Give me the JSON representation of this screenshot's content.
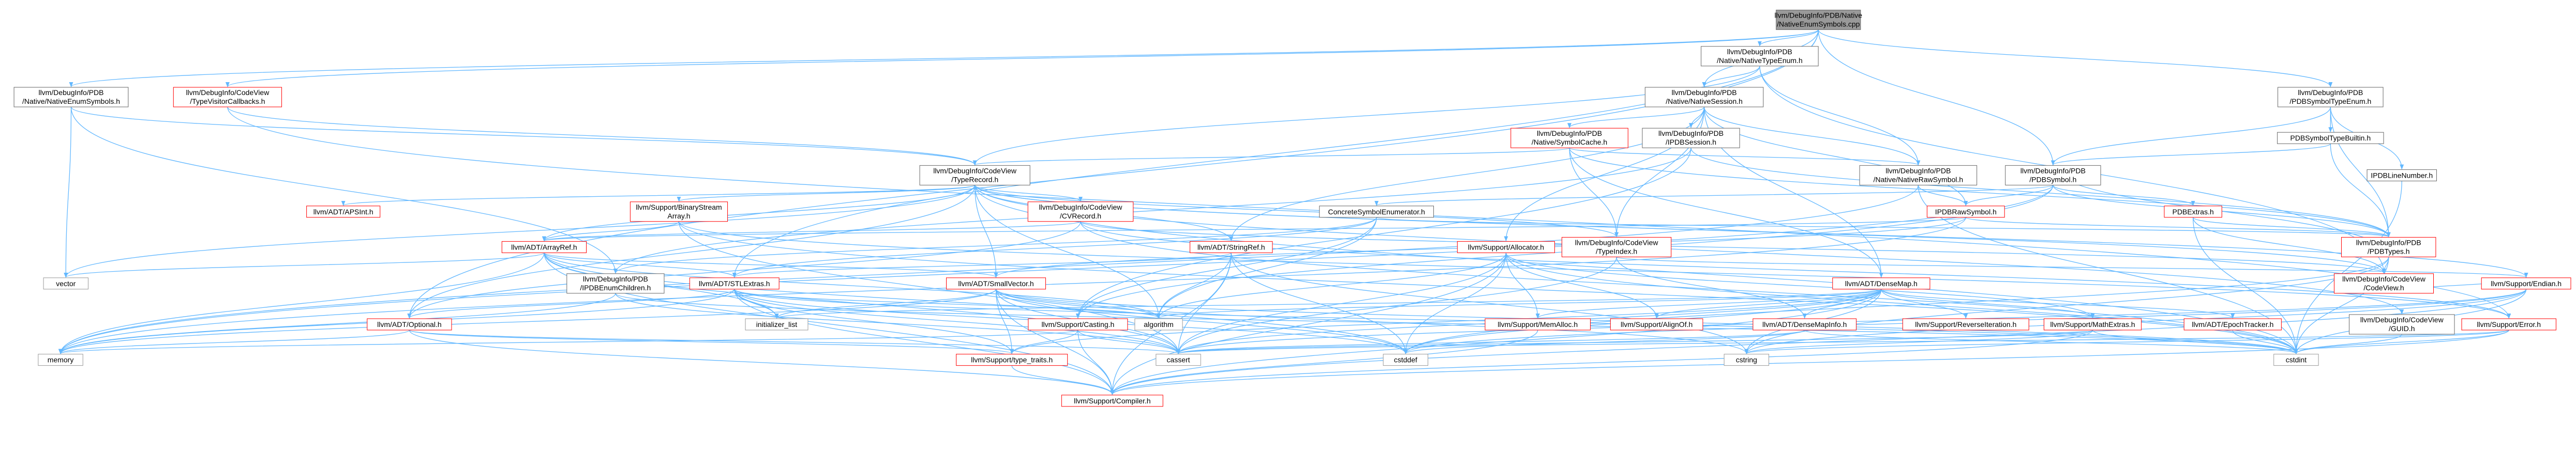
{
  "nodes": [
    {
      "id": "root",
      "lines": [
        "llvm/DebugInfo/PDB/Native",
        "/NativeEnumSymbols.cpp"
      ],
      "style": "root"
    },
    {
      "id": "nativeEnumSymbols",
      "lines": [
        "llvm/DebugInfo/PDB",
        "/Native/NativeEnumSymbols.h"
      ],
      "style": "black"
    },
    {
      "id": "typeVisitorCallbacks",
      "lines": [
        "llvm/DebugInfo/CodeView",
        "/TypeVisitorCallbacks.h"
      ],
      "style": "red"
    },
    {
      "id": "nativeTypeEnum",
      "lines": [
        "llvm/DebugInfo/PDB",
        "/Native/NativeTypeEnum.h"
      ],
      "style": "black"
    },
    {
      "id": "nativeSession",
      "lines": [
        "llvm/DebugInfo/PDB",
        "/Native/NativeSession.h"
      ],
      "style": "black"
    },
    {
      "id": "pdbSymbolTypeEnum",
      "lines": [
        "llvm/DebugInfo/PDB",
        "/PDBSymbolTypeEnum.h"
      ],
      "style": "black"
    },
    {
      "id": "symbolCache",
      "lines": [
        "llvm/DebugInfo/PDB",
        "/Native/SymbolCache.h"
      ],
      "style": "red"
    },
    {
      "id": "pdbSession",
      "lines": [
        "llvm/DebugInfo/PDB",
        "/IPDBSession.h"
      ],
      "style": "black"
    },
    {
      "id": "pdbSymbolTypeBuiltin",
      "lines": [
        "PDBSymbolTypeBuiltin.h"
      ],
      "style": "black"
    },
    {
      "id": "ipdbLineNumber",
      "lines": [
        "IPDBLineNumber.h"
      ],
      "style": "black"
    },
    {
      "id": "typeRecord",
      "lines": [
        "llvm/DebugInfo/CodeView",
        "/TypeRecord.h"
      ],
      "style": "black"
    },
    {
      "id": "nativeRawSymbol",
      "lines": [
        "llvm/DebugInfo/PDB",
        "/Native/NativeRawSymbol.h"
      ],
      "style": "black"
    },
    {
      "id": "pdbSymbol",
      "lines": [
        "llvm/DebugInfo/PDB",
        "/PDBSymbol.h"
      ],
      "style": "black"
    },
    {
      "id": "apsint",
      "lines": [
        "llvm/ADT/APSInt.h"
      ],
      "style": "red"
    },
    {
      "id": "binaryStreamArray",
      "lines": [
        "llvm/Support/BinaryStream",
        "Array.h"
      ],
      "style": "red"
    },
    {
      "id": "cvRecord",
      "lines": [
        "llvm/DebugInfo/CodeView",
        "/CVRecord.h"
      ],
      "style": "red"
    },
    {
      "id": "concreteSymbolEnumerator",
      "lines": [
        "ConcreteSymbolEnumerator.h"
      ],
      "style": "black"
    },
    {
      "id": "ipdbRawSymbol",
      "lines": [
        "IPDBRawSymbol.h"
      ],
      "style": "red"
    },
    {
      "id": "pdbExtras",
      "lines": [
        "PDBExtras.h"
      ],
      "style": "red"
    },
    {
      "id": "arrayRef",
      "lines": [
        "llvm/ADT/ArrayRef.h"
      ],
      "style": "red"
    },
    {
      "id": "supportEndian",
      "lines": [
        "llvm/Support/Endian.h"
      ],
      "style": "red"
    },
    {
      "id": "stringRef",
      "lines": [
        "llvm/ADT/StringRef.h"
      ],
      "style": "red"
    },
    {
      "id": "allocator",
      "lines": [
        "llvm/Support/Allocator.h"
      ],
      "style": "red"
    },
    {
      "id": "codeViewTypeIndex",
      "lines": [
        "llvm/DebugInfo/CodeView",
        "/TypeIndex.h"
      ],
      "style": "red"
    },
    {
      "id": "pdbTypes",
      "lines": [
        "llvm/DebugInfo/PDB",
        "/PDBTypes.h"
      ],
      "style": "red"
    },
    {
      "id": "vector",
      "lines": [
        "vector"
      ],
      "style": "grey"
    },
    {
      "id": "pdbEnumChildren",
      "lines": [
        "llvm/DebugInfo/PDB",
        "/IPDBEnumChildren.h"
      ],
      "style": "black"
    },
    {
      "id": "stlExtras",
      "lines": [
        "llvm/ADT/STLExtras.h"
      ],
      "style": "red"
    },
    {
      "id": "smallVector",
      "lines": [
        "llvm/ADT/SmallVector.h"
      ],
      "style": "red"
    },
    {
      "id": "denseMap",
      "lines": [
        "llvm/ADT/DenseMap.h"
      ],
      "style": "red"
    },
    {
      "id": "codeViewH",
      "lines": [
        "llvm/DebugInfo/CodeView",
        "/CodeView.h"
      ],
      "style": "red"
    },
    {
      "id": "guid",
      "lines": [
        "llvm/DebugInfo/CodeView",
        "/GUID.h"
      ],
      "style": "black"
    },
    {
      "id": "optional",
      "lines": [
        "llvm/ADT/Optional.h"
      ],
      "style": "red"
    },
    {
      "id": "initializerList",
      "lines": [
        "initializer_list"
      ],
      "style": "grey"
    },
    {
      "id": "algorithm",
      "lines": [
        "algorithm"
      ],
      "style": "grey"
    },
    {
      "id": "casting",
      "lines": [
        "llvm/Support/Casting.h"
      ],
      "style": "red"
    },
    {
      "id": "memAlloc",
      "lines": [
        "llvm/Support/MemAlloc.h"
      ],
      "style": "red"
    },
    {
      "id": "alignOf",
      "lines": [
        "llvm/Support/AlignOf.h"
      ],
      "style": "red"
    },
    {
      "id": "denseMapInfo",
      "lines": [
        "llvm/ADT/DenseMapInfo.h"
      ],
      "style": "red"
    },
    {
      "id": "reverseIteration",
      "lines": [
        "llvm/Support/ReverseIteration.h"
      ],
      "style": "red"
    },
    {
      "id": "mathExtras",
      "lines": [
        "llvm/Support/MathExtras.h"
      ],
      "style": "red"
    },
    {
      "id": "epochTracker",
      "lines": [
        "llvm/ADT/EpochTracker.h"
      ],
      "style": "red"
    },
    {
      "id": "supportError",
      "lines": [
        "llvm/Support/Error.h"
      ],
      "style": "red"
    },
    {
      "id": "memory",
      "lines": [
        "memory"
      ],
      "style": "grey"
    },
    {
      "id": "typeTraits",
      "lines": [
        "llvm/Support/type_traits.h"
      ],
      "style": "red"
    },
    {
      "id": "cassert",
      "lines": [
        "cassert"
      ],
      "style": "grey"
    },
    {
      "id": "cstddef",
      "lines": [
        "cstddef"
      ],
      "style": "grey"
    },
    {
      "id": "cstring",
      "lines": [
        "cstring"
      ],
      "style": "grey"
    },
    {
      "id": "cstdint",
      "lines": [
        "cstdint"
      ],
      "style": "grey"
    },
    {
      "id": "compiler",
      "lines": [
        "llvm/Support/Compiler.h"
      ],
      "style": "red"
    }
  ],
  "edges": [
    [
      "root",
      "nativeEnumSymbols"
    ],
    [
      "root",
      "typeVisitorCallbacks"
    ],
    [
      "root",
      "nativeTypeEnum"
    ],
    [
      "root",
      "nativeSession"
    ],
    [
      "root",
      "pdbSymbol"
    ],
    [
      "root",
      "pdbSymbolTypeEnum"
    ],
    [
      "root",
      "stlExtras"
    ],
    [
      "root",
      "optional"
    ],
    [
      "nativeEnumSymbols",
      "typeRecord"
    ],
    [
      "nativeEnumSymbols",
      "pdbEnumChildren"
    ],
    [
      "nativeEnumSymbols",
      "vector"
    ],
    [
      "typeVisitorCallbacks",
      "typeRecord"
    ],
    [
      "typeVisitorCallbacks",
      "supportError"
    ],
    [
      "nativeTypeEnum",
      "nativeSession"
    ],
    [
      "nativeTypeEnum",
      "nativeRawSymbol"
    ],
    [
      "nativeTypeEnum",
      "typeRecord"
    ],
    [
      "nativeTypeEnum",
      "codeViewH"
    ],
    [
      "nativeSession",
      "symbolCache"
    ],
    [
      "nativeSession",
      "pdbSession"
    ],
    [
      "nativeSession",
      "nativeRawSymbol"
    ],
    [
      "nativeSession",
      "ipdbRawSymbol"
    ],
    [
      "nativeSession",
      "codeViewTypeIndex"
    ],
    [
      "nativeSession",
      "stringRef"
    ],
    [
      "nativeSession",
      "allocator"
    ],
    [
      "nativeSession",
      "denseMap"
    ],
    [
      "symbolCache",
      "typeRecord"
    ],
    [
      "symbolCache",
      "nativeRawSymbol"
    ],
    [
      "symbolCache",
      "pdbTypes"
    ],
    [
      "symbolCache",
      "codeViewTypeIndex"
    ],
    [
      "symbolCache",
      "denseMap"
    ],
    [
      "pdbSession",
      "pdbTypes"
    ],
    [
      "pdbSession",
      "casting"
    ],
    [
      "pdbSession",
      "pdbEnumChildren"
    ],
    [
      "pdbSymbolTypeEnum",
      "pdbSymbol"
    ],
    [
      "pdbSymbolTypeEnum",
      "pdbSymbolTypeBuiltin"
    ],
    [
      "pdbSymbolTypeEnum",
      "ipdbLineNumber"
    ],
    [
      "pdbSymbolTypeEnum",
      "pdbTypes"
    ],
    [
      "pdbSymbolTypeBuiltin",
      "pdbSymbol"
    ],
    [
      "pdbSymbolTypeBuiltin",
      "pdbTypes"
    ],
    [
      "ipdbLineNumber",
      "cstdint"
    ],
    [
      "typeRecord",
      "apsint"
    ],
    [
      "typeRecord",
      "binaryStreamArray"
    ],
    [
      "typeRecord",
      "cvRecord"
    ],
    [
      "typeRecord",
      "arrayRef"
    ],
    [
      "typeRecord",
      "stringRef"
    ],
    [
      "typeRecord",
      "optional"
    ],
    [
      "typeRecord",
      "codeViewTypeIndex"
    ],
    [
      "typeRecord",
      "codeViewH"
    ],
    [
      "typeRecord",
      "guid"
    ],
    [
      "typeRecord",
      "supportEndian"
    ],
    [
      "typeRecord",
      "smallVector"
    ],
    [
      "typeRecord",
      "vector"
    ],
    [
      "typeRecord",
      "cstdint"
    ],
    [
      "typeRecord",
      "algorithm"
    ],
    [
      "nativeRawSymbol",
      "ipdbRawSymbol"
    ],
    [
      "nativeRawSymbol",
      "cstdint"
    ],
    [
      "nativeRawSymbol",
      "memory"
    ],
    [
      "pdbSymbol",
      "ipdbRawSymbol"
    ],
    [
      "pdbSymbol",
      "pdbExtras"
    ],
    [
      "pdbSymbol",
      "pdbTypes"
    ],
    [
      "pdbSymbol",
      "concreteSymbolEnumerator"
    ],
    [
      "pdbSymbol",
      "casting"
    ],
    [
      "pdbSymbol",
      "memory"
    ],
    [
      "binaryStreamArray",
      "arrayRef"
    ],
    [
      "binaryStreamArray",
      "supportError"
    ],
    [
      "binaryStreamArray",
      "cassert"
    ],
    [
      "binaryStreamArray",
      "cstdint"
    ],
    [
      "cvRecord",
      "arrayRef"
    ],
    [
      "cvRecord",
      "optional"
    ],
    [
      "cvRecord",
      "codeViewH"
    ],
    [
      "cvRecord",
      "supportError"
    ],
    [
      "cvRecord",
      "cstdint"
    ],
    [
      "concreteSymbolEnumerator",
      "pdbEnumChildren"
    ],
    [
      "concreteSymbolEnumerator",
      "pdbTypes"
    ],
    [
      "concreteSymbolEnumerator",
      "stlExtras"
    ],
    [
      "concreteSymbolEnumerator",
      "casting"
    ],
    [
      "concreteSymbolEnumerator",
      "algorithm"
    ],
    [
      "ipdbRawSymbol",
      "pdbTypes"
    ],
    [
      "ipdbRawSymbol",
      "arrayRef"
    ],
    [
      "ipdbRawSymbol",
      "smallVector"
    ],
    [
      "ipdbRawSymbol",
      "memory"
    ],
    [
      "pdbExtras",
      "pdbTypes"
    ],
    [
      "pdbExtras",
      "codeViewH"
    ],
    [
      "pdbExtras",
      "cstdint"
    ],
    [
      "arrayRef",
      "smallVector"
    ],
    [
      "arrayRef",
      "stlExtras"
    ],
    [
      "arrayRef",
      "compiler"
    ],
    [
      "arrayRef",
      "algorithm"
    ],
    [
      "arrayRef",
      "cassert"
    ],
    [
      "arrayRef",
      "cstddef"
    ],
    [
      "arrayRef",
      "initializerList"
    ],
    [
      "arrayRef",
      "iterator"
    ],
    [
      "arrayRef",
      "memory"
    ],
    [
      "arrayRef",
      "vector"
    ],
    [
      "supportEndian",
      "compiler"
    ],
    [
      "supportEndian",
      "cassert"
    ],
    [
      "supportEndian",
      "cstddef"
    ],
    [
      "supportEndian",
      "cstdint"
    ],
    [
      "supportEndian",
      "cstring"
    ],
    [
      "stringRef",
      "stlExtras"
    ],
    [
      "stringRef",
      "compiler"
    ],
    [
      "stringRef",
      "algorithm"
    ],
    [
      "stringRef",
      "cassert"
    ],
    [
      "stringRef",
      "cstddef"
    ],
    [
      "stringRef",
      "cstring"
    ],
    [
      "allocator",
      "alignOf"
    ],
    [
      "allocator",
      "compiler"
    ],
    [
      "allocator",
      "mathExtras"
    ],
    [
      "allocator",
      "memAlloc"
    ],
    [
      "allocator",
      "algorithm"
    ],
    [
      "allocator",
      "cassert"
    ],
    [
      "allocator",
      "cstddef"
    ],
    [
      "allocator",
      "cstdint"
    ],
    [
      "codeViewTypeIndex",
      "supportEndian"
    ],
    [
      "codeViewTypeIndex",
      "cassert"
    ],
    [
      "codeViewTypeIndex",
      "cinttypes"
    ],
    [
      "codeViewTypeIndex",
      "denseMapInfo"
    ],
    [
      "pdbTypes",
      "codeViewH"
    ],
    [
      "pdbTypes",
      "pdbSymbol"
    ],
    [
      "pdbTypes",
      "cstddef"
    ],
    [
      "pdbTypes",
      "cstdint"
    ],
    [
      "pdbTypes",
      "cstring"
    ],
    [
      "pdbTypes",
      "functional"
    ],
    [
      "pdbEnumChildren",
      "cassert"
    ],
    [
      "pdbEnumChildren",
      "cstdint"
    ],
    [
      "pdbEnumChildren",
      "memory"
    ],
    [
      "stlExtras",
      "optional"
    ],
    [
      "stlExtras",
      "typeTraits"
    ],
    [
      "stlExtras",
      "compiler"
    ],
    [
      "stlExtras",
      "algorithm"
    ],
    [
      "stlExtras",
      "cassert"
    ],
    [
      "stlExtras",
      "cstddef"
    ],
    [
      "stlExtras",
      "cstdint"
    ],
    [
      "stlExtras",
      "initializerList"
    ],
    [
      "stlExtras",
      "memory"
    ],
    [
      "smallVector",
      "compiler"
    ],
    [
      "smallVector",
      "typeTraits"
    ],
    [
      "smallVector",
      "algorithm"
    ],
    [
      "smallVector",
      "cassert"
    ],
    [
      "smallVector",
      "cstddef"
    ],
    [
      "smallVector",
      "cstring"
    ],
    [
      "smallVector",
      "initializerList"
    ],
    [
      "smallVector",
      "memory"
    ],
    [
      "smallVector",
      "cstdint"
    ],
    [
      "denseMap",
      "denseMapInfo"
    ],
    [
      "denseMap",
      "epochTracker"
    ],
    [
      "denseMap",
      "alignOf"
    ],
    [
      "denseMap",
      "compiler"
    ],
    [
      "denseMap",
      "mathExtras"
    ],
    [
      "denseMap",
      "memAlloc"
    ],
    [
      "denseMap",
      "reverseIteration"
    ],
    [
      "denseMap",
      "typeTraits"
    ],
    [
      "denseMap",
      "algorithm"
    ],
    [
      "denseMap",
      "cassert"
    ],
    [
      "denseMap",
      "cstddef"
    ],
    [
      "denseMap",
      "cstring"
    ],
    [
      "denseMap",
      "initializerList"
    ],
    [
      "codeViewH",
      "supportEndian"
    ],
    [
      "codeViewH",
      "cinttypes"
    ],
    [
      "codeViewH",
      "type_traits_std"
    ],
    [
      "guid",
      "cstdint"
    ],
    [
      "optional",
      "compiler"
    ],
    [
      "optional",
      "typeTraits"
    ],
    [
      "optional",
      "cassert"
    ],
    [
      "optional",
      "memory"
    ],
    [
      "casting",
      "compiler"
    ],
    [
      "casting",
      "typeTraits"
    ],
    [
      "casting",
      "cassert"
    ],
    [
      "casting",
      "memory"
    ],
    [
      "memAlloc",
      "compiler"
    ],
    [
      "memAlloc",
      "cstdlib"
    ],
    [
      "denseMapInfo",
      "cassert"
    ],
    [
      "denseMapInfo",
      "cstddef"
    ],
    [
      "denseMapInfo",
      "cstdint"
    ],
    [
      "mathExtras",
      "compiler"
    ],
    [
      "mathExtras",
      "cassert"
    ],
    [
      "mathExtras",
      "cstdint"
    ],
    [
      "mathExtras",
      "cstring"
    ],
    [
      "epochTracker",
      "cstdint"
    ],
    [
      "supportError",
      "compiler"
    ],
    [
      "supportError",
      "cassert"
    ],
    [
      "supportError",
      "cstdint"
    ],
    [
      "supportError",
      "cstring"
    ],
    [
      "typeTraits",
      "compiler"
    ]
  ]
}
